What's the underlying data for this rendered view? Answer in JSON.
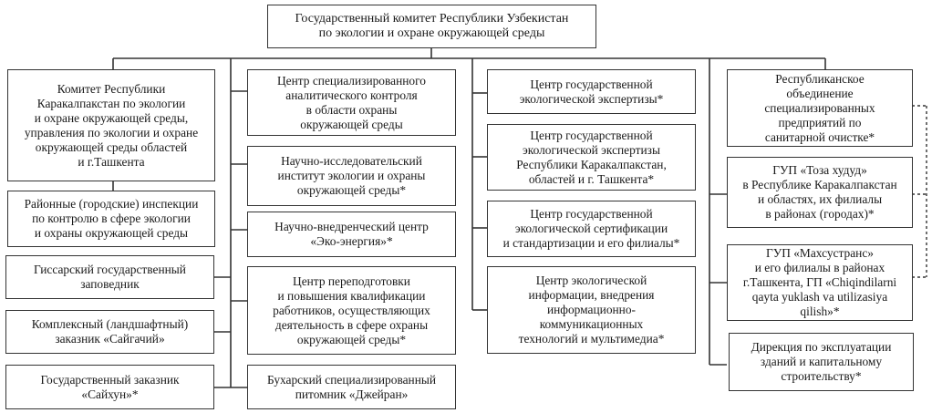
{
  "root": "Государственный комитет Республики Узбекистан\nпо экологии и охране окружающей среды",
  "col1": [
    "Комитет Республики\nКаракалпакстан по экологии\nи охране окружающей среды,\nуправления по экологии и охране\nокружающей среды областей\nи г.Ташкента",
    "Районные (городские) инспекции\nпо контролю в сфере экологии\nи охраны окружающей среды",
    "Гиссарский государственный\nзаповедник",
    "Комплексный (ландшафтный)\nзаказник «Сайгачий»",
    "Государственный заказник\n«Сайхун»*"
  ],
  "col2": [
    "Центр специализированного\nаналитического контроля\nв области охраны\nокружающей среды",
    "Научно-исследовательский\nинститут экологии и охраны\nокружающей среды*",
    "Научно-внедренческий центр\n«Эко-энергия»*",
    "Центр переподготовки\nи повышения квалификации\nработников, осуществляющих\nдеятельность в сфере охраны\nокружающей среды*",
    "Бухарский специализированный\nпитомник «Джейран»"
  ],
  "col3": [
    "Центр государственной\nэкологической экспертизы*",
    "Центр государственной\nэкологической экспертизы\nРеспублики Каракалпакстан,\nобластей и г. Ташкента*",
    "Центр государственной\nэкологической сертификации\nи стандартизации и его филиалы*",
    "Центр экологической\nинформации, внедрения\nинформационно-\nкоммуникационных\nтехнологий и мультимедиа*"
  ],
  "col4": [
    "Республиканское\nобъединение\nспециализированных\nпредприятий по\nсанитарной очистке*",
    "ГУП «Тоза худуд»\nв Республике Каракалпакстан\nи областях, их филиалы\nв районах (городах)*",
    "ГУП «Махсустранс»\nи его филиалы в районах\nг.Ташкента, ГП «Chiqindilarni\nqayta yuklash va utilizasiya\nqilish»*",
    "Дирекция по эксплуатации\nзданий и капитальному\nстроительству*"
  ]
}
